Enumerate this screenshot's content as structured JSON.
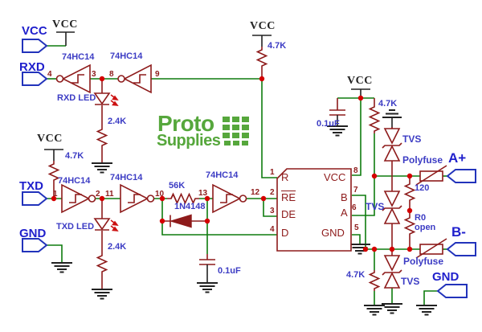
{
  "colors": {
    "wire_green": "#0e7c0e",
    "symbol_maroon": "#8e1b1b",
    "junction_red": "#d40000",
    "value_blue": "#3c3cc4",
    "connector_blue": "#1f1fcc",
    "power_black": "#222222",
    "logo_green": "#56a73c"
  },
  "connectors": {
    "vcc": {
      "label": "VCC"
    },
    "rxd": {
      "label": "RXD"
    },
    "txd": {
      "label": "TXD"
    },
    "gnd_left": {
      "label": "GND"
    },
    "a_plus": {
      "label": "A+"
    },
    "b_minus": {
      "label": "B-"
    },
    "gnd_right": {
      "label": "GND"
    }
  },
  "power": {
    "vcc": "VCC"
  },
  "gates": {
    "label": "74HC14",
    "pins": {
      "p1": "1",
      "p2": "2",
      "p3": "3",
      "p4": "4",
      "p8": "8",
      "p9": "9",
      "p10": "10",
      "p11": "11",
      "p12": "12",
      "p13": "13"
    }
  },
  "ic": {
    "left_pins": [
      {
        "num": "1",
        "name": "R"
      },
      {
        "num": "2",
        "name": "RE"
      },
      {
        "num": "3",
        "name": "DE"
      },
      {
        "num": "4",
        "name": "D"
      }
    ],
    "right_pins": [
      {
        "num": "8",
        "name": "VCC"
      },
      {
        "num": "7",
        "name": "B"
      },
      {
        "num": "6",
        "name": "A"
      },
      {
        "num": "5",
        "name": "GND"
      }
    ]
  },
  "parts": {
    "r_pullup_rxd": "4.7K",
    "r_pullup_txd": "4.7K",
    "r_pullup_a": "4.7K",
    "r_bias_b": "4.7K",
    "r_rxd_led": "2.4K",
    "r_txd_led": "2.4K",
    "r_slew": "56K",
    "d_slew": "1N4148",
    "c_slew": "0.1uF",
    "c_vcc": "0.1uF",
    "r_term": "120",
    "r_term2": "R0",
    "r_term2b": "open",
    "tvs": "TVS",
    "polyfuse": "Polyfuse",
    "rxd_led": "RXD LED",
    "txd_led": "TXD LED"
  },
  "logo": {
    "line1": "Proto",
    "line2": "Supplies"
  }
}
